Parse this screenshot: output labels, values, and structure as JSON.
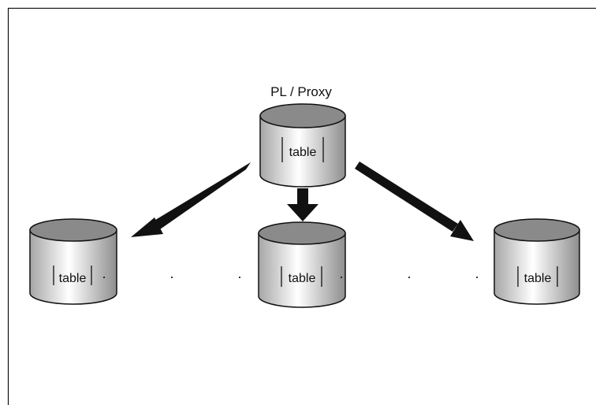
{
  "diagram": {
    "proxy_label": "PL / Proxy",
    "databases": [
      {
        "id": "proxy",
        "label": "table"
      },
      {
        "id": "left",
        "label": "table"
      },
      {
        "id": "center",
        "label": "table"
      },
      {
        "id": "right",
        "label": "table"
      }
    ],
    "ellipsis_left": ". . .",
    "ellipsis_right": ". . .",
    "colors": {
      "line": "#111111",
      "cylinder_top": "#8a8a8a",
      "cylinder_body_light": "#ffffff",
      "cylinder_body_dark": "#9a9a9a"
    }
  }
}
